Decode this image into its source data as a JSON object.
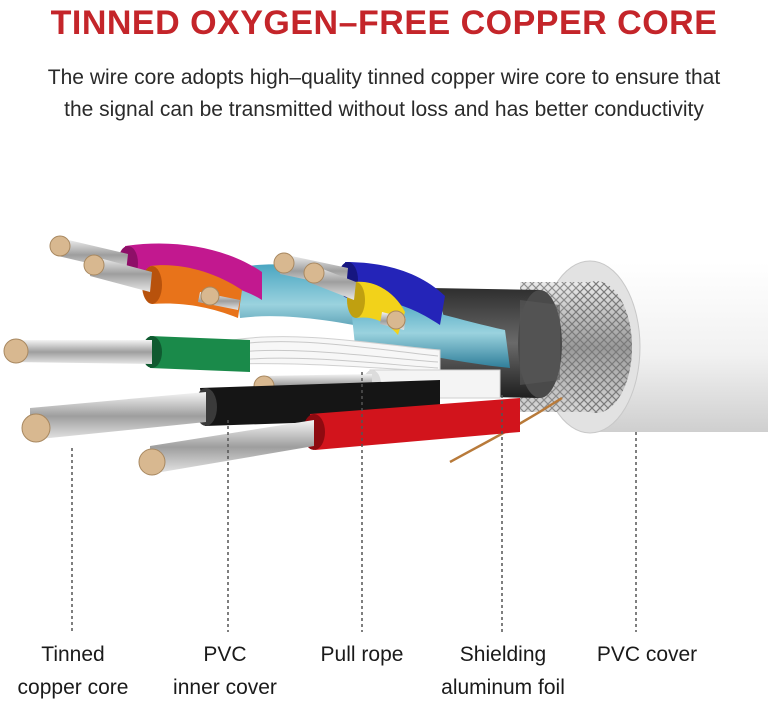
{
  "header": {
    "title": "TINNED OXYGEN–FREE COPPER CORE",
    "subtitle_line1": "The wire core adopts high–quality tinned copper wire core to ensure that",
    "subtitle_line2": "the signal can be transmitted without loss and has better conductivity"
  },
  "colors": {
    "title": "#c4252a",
    "jacket": "#eeeeee",
    "pink": "#c2188f",
    "orange": "#e8731a",
    "blue": "#2424b8",
    "yellow": "#f2d21a",
    "green": "#1a8a4a",
    "black": "#151515",
    "red": "#d2141c",
    "copper": "#d8b890"
  },
  "labels": {
    "tinned_copper_core": {
      "line1": "Tinned",
      "line2": "copper core"
    },
    "pvc_inner_cover": {
      "line1": "PVC",
      "line2": "inner cover"
    },
    "pull_rope": {
      "line1": "Pull rope"
    },
    "shielding_aluminum_foil": {
      "line1": "Shielding",
      "line2": "aluminum foil"
    },
    "pvc_cover": {
      "line1": "PVC cover"
    }
  }
}
